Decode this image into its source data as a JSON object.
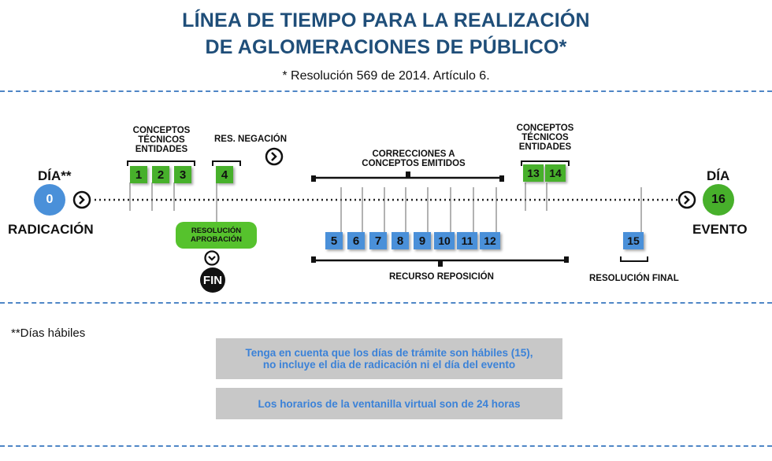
{
  "header": {
    "title_line1": "LÍNEA DE TIEMPO PARA LA REALIZACIÓN",
    "title_line2": "DE AGLOMERACIONES DE PÚBLICO*",
    "subtitle": "* Resolución 569 de 2014. Artículo 6."
  },
  "timeline": {
    "start_label_top": "DÍA**",
    "start_day": "0",
    "start_label_bottom": "RADICACIÓN",
    "end_label_top": "DÍA",
    "end_day": "16",
    "end_label_bottom": "EVENTO",
    "conceptos_left": [
      "CONCEPTOS",
      "TÉCNICOS",
      "ENTIDADES"
    ],
    "conceptos_right": [
      "CONCEPTOS",
      "TÉCNICOS",
      "ENTIDADES"
    ],
    "res_negacion": "RES. NEGACIÓN",
    "correcciones": [
      "CORRECCIONES A",
      "CONCEPTOS EMITIDOS"
    ],
    "recurso": "RECURSO REPOSICIÓN",
    "resolucion_final": "RESOLUCIÓN FINAL",
    "resolucion_aprobacion": [
      "RESOLUCIÓN",
      "APROBACIÓN"
    ],
    "fin": "FIN",
    "green_days_left": [
      "1",
      "2",
      "3"
    ],
    "day_4": "4",
    "blue_days": [
      "5",
      "6",
      "7",
      "8",
      "9",
      "10",
      "11",
      "12"
    ],
    "green_days_right": [
      "13",
      "14"
    ],
    "day_15": "15"
  },
  "notes": {
    "dias_habiles": "**Días hábiles",
    "info1": "Tenga en cuenta que los días de trámite son hábiles (15), no incluye el dia de radicación ni el día del evento",
    "info2": "Los horarios de la ventanilla virtual son de 24 horas"
  },
  "colors": {
    "title": "#1f4e79",
    "green": "#47b02b",
    "blue": "#4a90d9",
    "info_text": "#3b82d8",
    "info_bg": "#c8c8c8",
    "dash": "#4f86c6"
  },
  "icons": [
    "chevron-right-circle-icon",
    "chevron-down-circle-icon"
  ]
}
